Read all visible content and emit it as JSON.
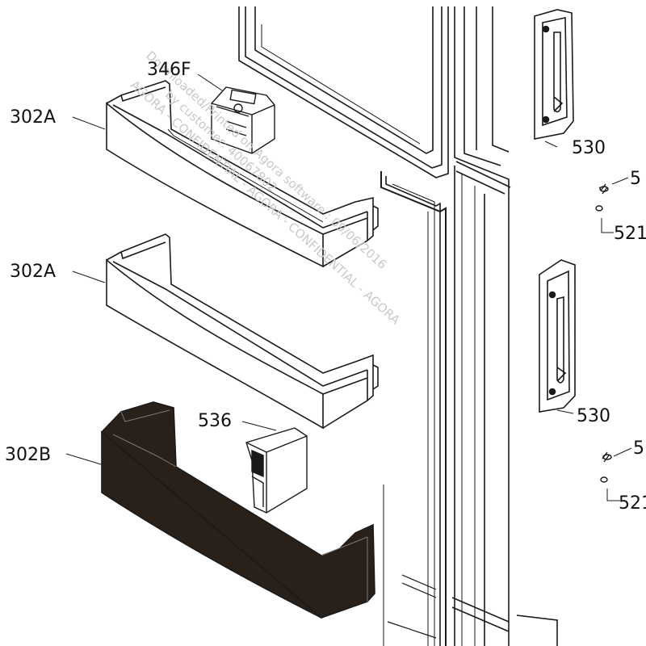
{
  "labels": {
    "shelf_top": "302A",
    "shelf_mid": "302A",
    "shelf_bottom": "302B",
    "box_top": "346F",
    "box_mid": "536",
    "handle_top": "530",
    "handle_bottom": "530",
    "screw_top": "5",
    "washer_top": "521",
    "screw_bottom": "5",
    "washer_bottom": "521"
  },
  "watermark": {
    "line1": "Downloaded/Printed on Agora software : 09/06/2016",
    "line2": "by customer: 40067802",
    "line3": "AGORA - CONFIDENTIAL - AGORA - CONFIDENTIAL - AGORA"
  },
  "colors": {
    "line": "#1a1a1a",
    "dark_shelf": "#2a201a",
    "watermark": "#c9c9c9"
  }
}
